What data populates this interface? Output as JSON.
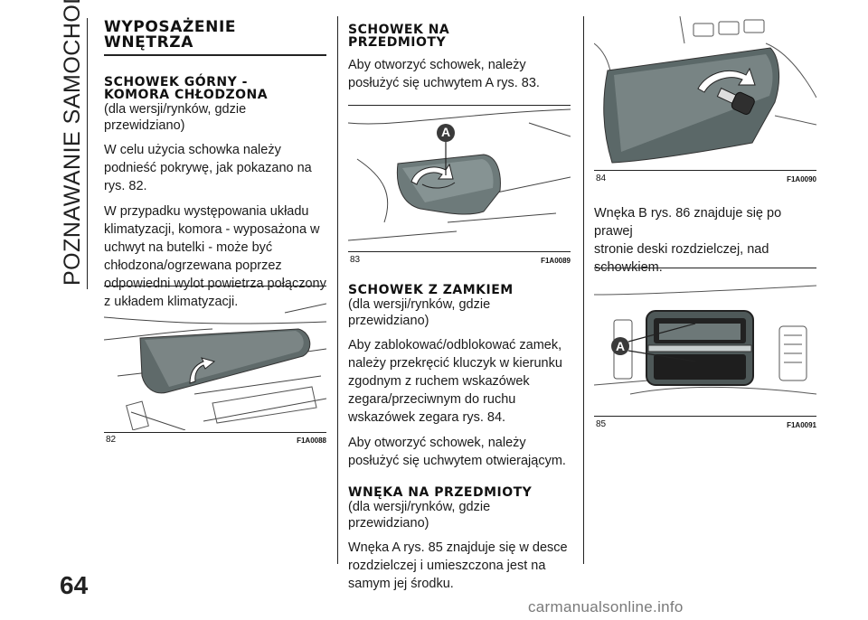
{
  "side_title": "POZNAWANIE SAMOCHODU",
  "page_number": "64",
  "watermark": "carmanualsonline.info",
  "col1": {
    "section_title_line1": "WYPOSAŻENIE",
    "section_title_line2": "WNĘTRZA",
    "sub1_title_line1": "SCHOWEK GÓRNY -",
    "sub1_title_line2": "KOMORA CHŁODZONA",
    "sub1_note": "(dla wersji/rynków, gdzie przewidziano)",
    "sub1_p1_lines": [
      "W celu użycia schowka należy",
      "podnieść pokrywę, jak pokazano na",
      "rys. 82."
    ],
    "sub1_p2_lines": [
      "W przypadku występowania układu",
      "klimatyzacji, komora - wyposażona w",
      "uchwyt na butelki - może być",
      "chłodzona/ogrzewana poprzez",
      "odpowiedni wylot powietrza połączony",
      "z układem klimatyzacji."
    ]
  },
  "col2": {
    "sub2_title_line1": "SCHOWEK NA",
    "sub2_title_line2": "PRZEDMIOTY",
    "sub2_p1_lines": [
      "Aby otworzyć schowek, należy",
      "posłużyć się uchwytem A rys. 83."
    ],
    "sub3_title": "SCHOWEK Z ZAMKIEM",
    "sub3_note": "(dla wersji/rynków, gdzie przewidziano)",
    "sub3_p1_lines": [
      "Aby zablokować/odblokować zamek,",
      "należy przekręcić kluczyk w kierunku",
      "zgodnym z ruchem wskazówek",
      "zegara/przeciwnym do ruchu",
      "wskazówek zegara rys. 84."
    ],
    "sub3_p2_lines": [
      "Aby otworzyć schowek, należy",
      "posłużyć się uchwytem otwierającym."
    ],
    "sub4_title": "WNĘKA NA PRZEDMIOTY",
    "sub4_note": "(dla wersji/rynków, gdzie przewidziano)",
    "sub4_p1_lines": [
      "Wnęka A rys. 85 znajduje się w desce",
      "rozdzielczej i umieszczona jest na",
      "samym jej środku."
    ]
  },
  "col3": {
    "p1_lines": [
      "Wnęka B rys. 86 znajduje się po prawej",
      "stronie deski rozdzielczej, nad",
      "schowkiem."
    ]
  },
  "figures": {
    "f82": {
      "num": "82",
      "code": "F1A0088"
    },
    "f83": {
      "num": "83",
      "code": "F1A0089",
      "callout": "A"
    },
    "f84": {
      "num": "84",
      "code": "F1A0090"
    },
    "f85": {
      "num": "85",
      "code": "F1A0091",
      "callout": "A"
    }
  }
}
